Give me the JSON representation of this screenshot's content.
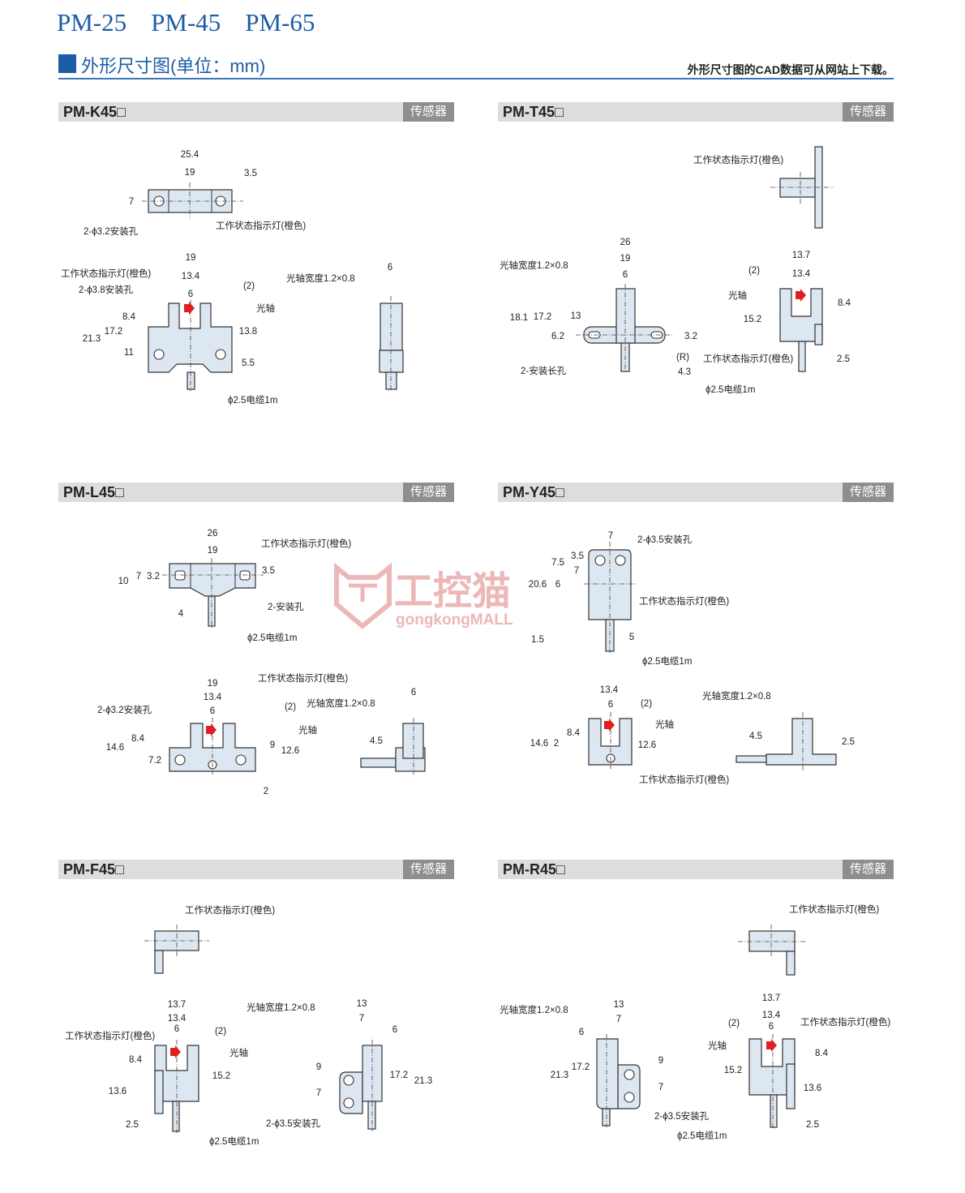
{
  "header": {
    "series": [
      "PM-25",
      "PM-45",
      "PM-65"
    ],
    "section_title": "外形尺寸图(单位：mm)",
    "section_note": "外形尺寸图的CAD数据可从网站上下载。"
  },
  "colors": {
    "accent": "#1d5ca6",
    "sensor_fill": "#dde7f2",
    "beam_arrow": "#e02020",
    "badge": "#8e8e8e"
  },
  "watermark": {
    "cn": "工控猫",
    "en": "gongkongMALL"
  },
  "panels": [
    {
      "title": "PM-K45□",
      "badge": "传感器",
      "labels": [
        "25.4",
        "19",
        "3.5",
        "7",
        "2-ϕ3.2安装孔",
        "工作状态指示灯(橙色)",
        "19",
        "工作状态指示灯(橙色)",
        "13.4",
        "2-ϕ3.8安装孔",
        "6",
        "(2)",
        "光轴",
        "8.4",
        "17.2",
        "21.3",
        "13.8",
        "11",
        "5.5",
        "ϕ2.5电缆1m",
        "6",
        "光轴宽度1.2×0.8"
      ]
    },
    {
      "title": "PM-T45□",
      "badge": "传感器",
      "labels": [
        "工作状态指示灯(橙色)",
        "26",
        "19",
        "光轴宽度1.2×0.8",
        "6",
        "18.1",
        "17.2",
        "13",
        "6.2",
        "3.2",
        "(R)",
        "4.3",
        "2-安装长孔",
        "13.7",
        "(2)",
        "13.4",
        "光轴",
        "8.4",
        "15.2",
        "工作状态指示灯(橙色)",
        "2.5",
        "ϕ2.5电缆1m"
      ]
    },
    {
      "title": "PM-L45□",
      "badge": "传感器",
      "labels": [
        "26",
        "19",
        "工作状态指示灯(橙色)",
        "10",
        "7",
        "3.2",
        "3.5",
        "2-安装孔",
        "4",
        "ϕ2.5电缆1m",
        "19",
        "工作状态指示灯(橙色)",
        "13.4",
        "2-ϕ3.2安装孔",
        "6",
        "(2)",
        "光轴",
        "8.4",
        "14.6",
        "9",
        "12.6",
        "7.2",
        "2",
        "6",
        "光轴宽度1.2×0.8",
        "4.5"
      ]
    },
    {
      "title": "PM-Y45□",
      "badge": "传感器",
      "labels": [
        "7",
        "2-ϕ3.5安装孔",
        "3.5",
        "7.5",
        "7",
        "20.6",
        "6",
        "工作状态指示灯(橙色)",
        "1.5",
        "5",
        "ϕ2.5电缆1m",
        "13.4",
        "6",
        "(2)",
        "光轴",
        "8.4",
        "14.6",
        "2",
        "12.6",
        "工作状态指示灯(橙色)",
        "光轴宽度1.2×0.8",
        "4.5",
        "2.5"
      ]
    },
    {
      "title": "PM-F45□",
      "badge": "传感器",
      "labels": [
        "工作状态指示灯(橙色)",
        "13.7",
        "13.4",
        "6",
        "工作状态指示灯(橙色)",
        "(2)",
        "光轴",
        "8.4",
        "15.2",
        "13.6",
        "2.5",
        "ϕ2.5电缆1m",
        "13",
        "光轴宽度1.2×0.8",
        "7",
        "6",
        "9",
        "17.2",
        "21.3",
        "7",
        "2-ϕ3.5安装孔"
      ]
    },
    {
      "title": "PM-R45□",
      "badge": "传感器",
      "labels": [
        "工作状态指示灯(橙色)",
        "光轴宽度1.2×0.8",
        "13",
        "7",
        "6",
        "21.3",
        "17.2",
        "9",
        "7",
        "2-ϕ3.5安装孔",
        "ϕ2.5电缆1m",
        "13.7",
        "13.4",
        "(2)",
        "6",
        "工作状态指示灯(橙色)",
        "光轴",
        "8.4",
        "15.2",
        "13.6",
        "2.5"
      ]
    }
  ]
}
